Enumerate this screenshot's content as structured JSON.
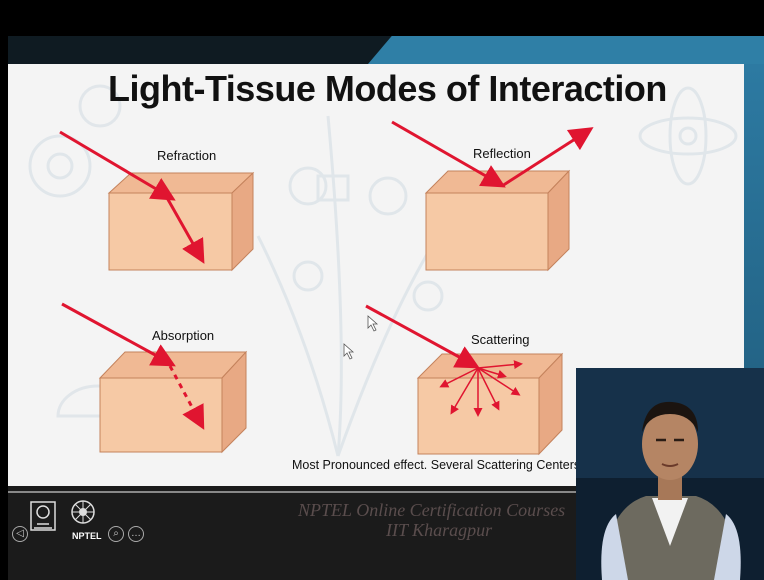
{
  "slide": {
    "title": "Light-Tissue Modes of Interaction",
    "panels": {
      "refraction": "Refraction",
      "reflection": "Reflection",
      "absorption": "Absorption",
      "scattering": "Scattering"
    },
    "caption": "Most Pronounced effect. Several Scattering Centers"
  },
  "footer": {
    "line1": "NPTEL Online Certification Courses",
    "line2": "IIT Kharagpur",
    "badge": "NPTEL"
  },
  "colors": {
    "arrow": "#e01530",
    "box_front": "#f6c9a5",
    "box_top": "#f0b994",
    "box_side": "#e8a984"
  }
}
